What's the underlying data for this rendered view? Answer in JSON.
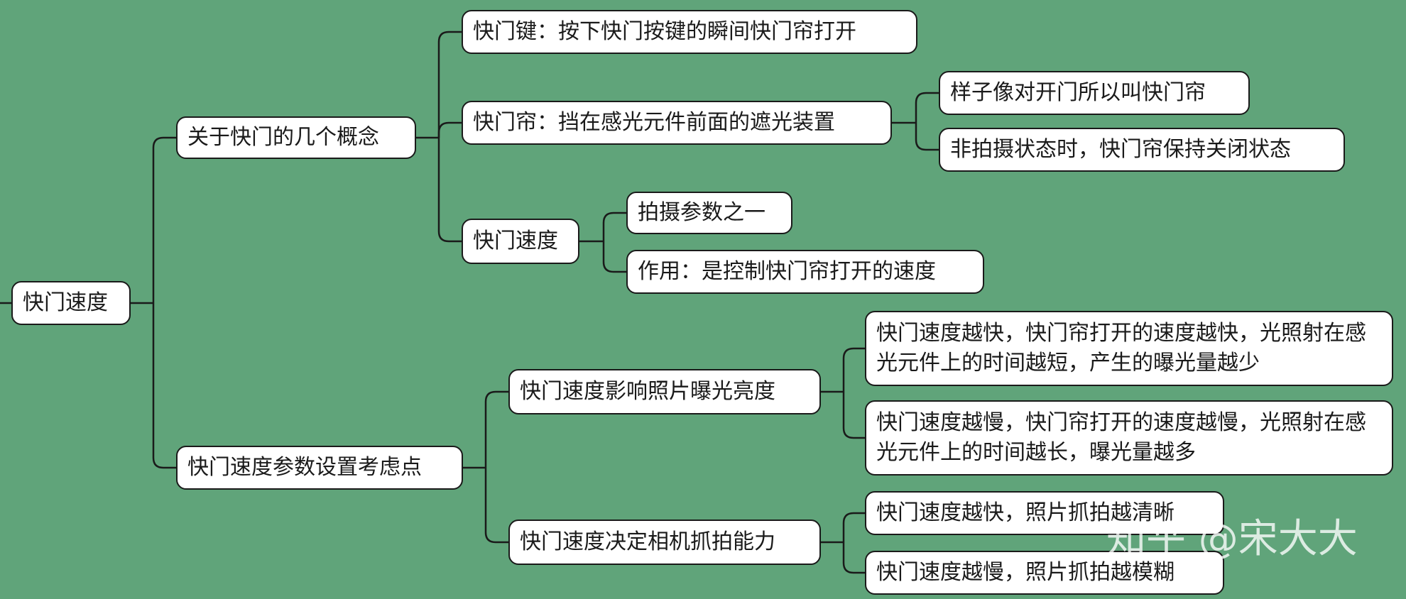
{
  "root": {
    "label": "快门速度"
  },
  "branches": [
    {
      "label": "关于快门的几个概念",
      "children": [
        {
          "label": "快门键：按下快门按键的瞬间快门帘打开"
        },
        {
          "label": "快门帘：挡在感光元件前面的遮光装置",
          "children": [
            {
              "label": "样子像对开门所以叫快门帘"
            },
            {
              "label": "非拍摄状态时，快门帘保持关闭状态"
            }
          ]
        },
        {
          "label": "快门速度",
          "children": [
            {
              "label": "拍摄参数之一"
            },
            {
              "label": "作用：是控制快门帘打开的速度"
            }
          ]
        }
      ]
    },
    {
      "label": "快门速度参数设置考虑点",
      "children": [
        {
          "label": "快门速度影响照片曝光亮度",
          "children": [
            {
              "label": "快门速度越快，快门帘打开的速度越快，光照射在感光元件上的时间越短，产生的曝光量越少"
            },
            {
              "label": "快门速度越慢，快门帘打开的速度越慢，光照射在感光元件上的时间越长，曝光量越多"
            }
          ]
        },
        {
          "label": "快门速度决定相机抓拍能力",
          "children": [
            {
              "label": "快门速度越快，照片抓拍越清晰"
            },
            {
              "label": "快门速度越慢，照片抓拍越模糊"
            }
          ]
        }
      ]
    }
  ],
  "watermark": "知乎 @宋大大",
  "colors": {
    "background": "#60a47a",
    "node_fill": "#ffffff",
    "line": "#1a1a1a"
  }
}
